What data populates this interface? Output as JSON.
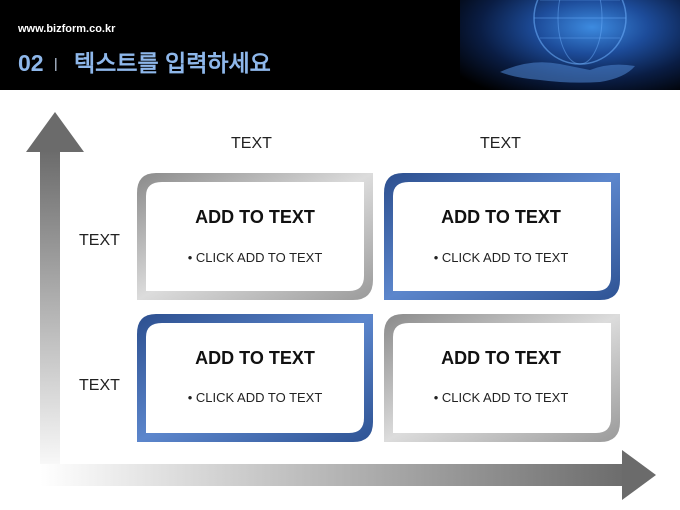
{
  "header": {
    "site": "www.bizform.co.kr",
    "number": "02",
    "separator": "|",
    "title": "텍스트를 입력하세요"
  },
  "matrix": {
    "column_labels": [
      "TEXT",
      "TEXT"
    ],
    "row_labels": [
      "TEXT",
      "TEXT"
    ],
    "cells": [
      {
        "title": "ADD TO TEXT",
        "bullet": "• CLICK  ADD TO TEXT",
        "style": "gray"
      },
      {
        "title": "ADD TO TEXT",
        "bullet": "• CLICK  ADD TO TEXT",
        "style": "blue"
      },
      {
        "title": "ADD TO TEXT",
        "bullet": "• CLICK  ADD TO TEXT",
        "style": "blue"
      },
      {
        "title": "ADD TO TEXT",
        "bullet": "• CLICK  ADD TO TEXT",
        "style": "gray"
      }
    ]
  },
  "colors": {
    "blue_frame": "#3a63a8",
    "gray_frame": "#b5b5b5",
    "arrow": "#7a7a7a"
  }
}
